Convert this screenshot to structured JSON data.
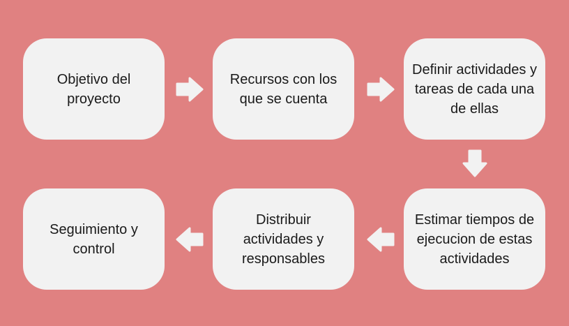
{
  "steps": [
    {
      "label": "Objetivo del proyecto"
    },
    {
      "label": "Recursos con los que se cuenta"
    },
    {
      "label": "Definir actividades y tareas de cada una de ellas"
    },
    {
      "label": "Estimar tiempos de ejecucion de estas actividades"
    },
    {
      "label": "Distribuir actividades y responsables"
    },
    {
      "label": "Seguimiento y control"
    }
  ],
  "colors": {
    "background": "#e08181",
    "box": "#f2f2f2",
    "text": "#1a1a1a"
  }
}
